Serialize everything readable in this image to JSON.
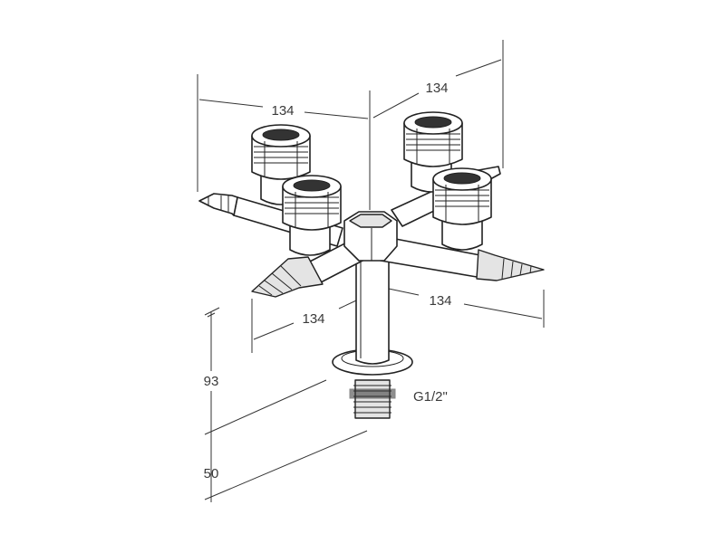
{
  "dimensions": {
    "top_left_width": "134",
    "top_right_depth": "134",
    "bottom_right_width": "134",
    "bottom_left_depth": "134",
    "height_upper": "93",
    "height_lower": "50",
    "thread": "G1/2\""
  },
  "colors": {
    "line": "#222222",
    "text": "#3a3a3a",
    "shade": "#e4e4e4"
  }
}
